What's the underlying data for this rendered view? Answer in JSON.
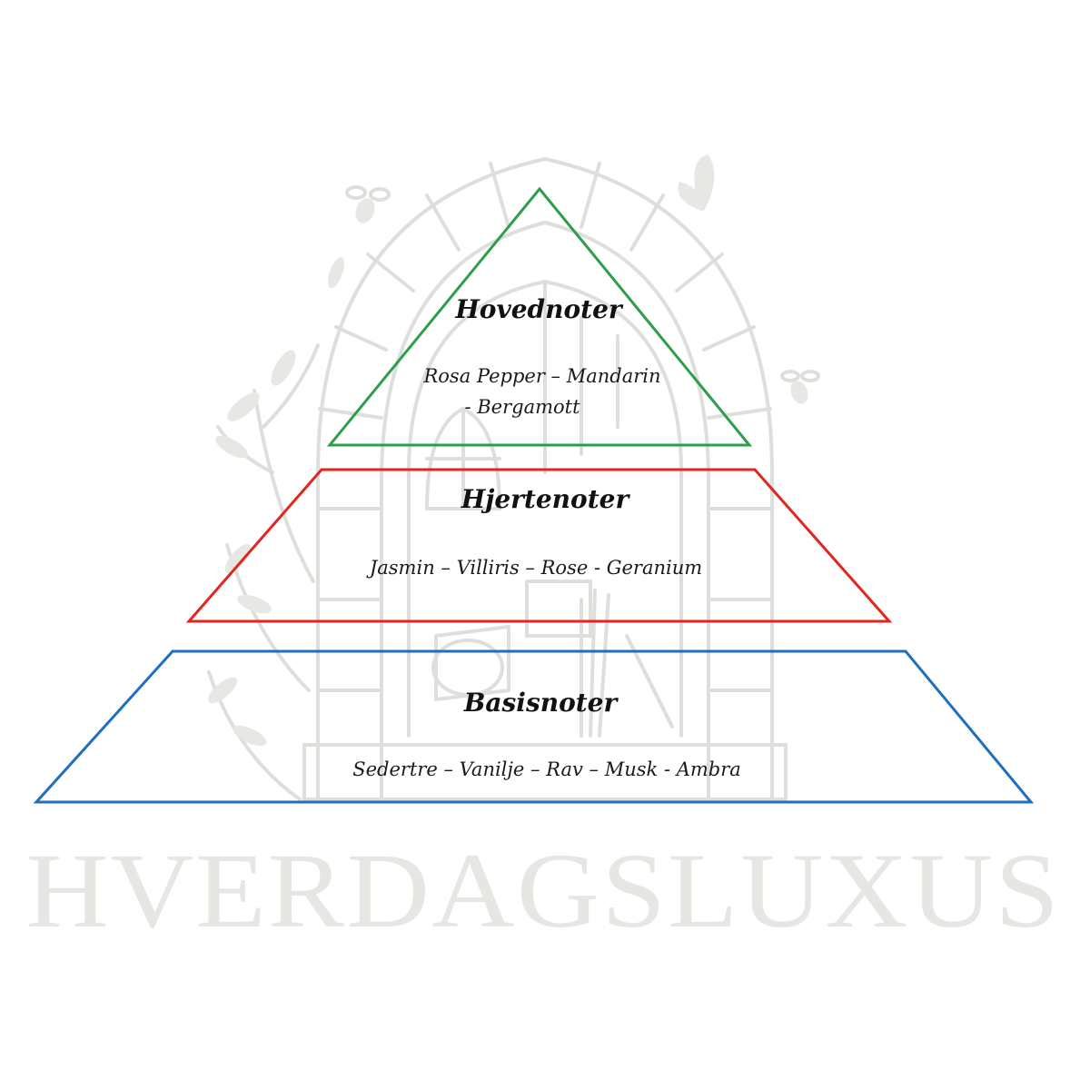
{
  "tiers": {
    "top": {
      "title": "Hovednoter",
      "notes_line1": "Rosa Pepper – Mandarin",
      "notes_line2": "- Bergamott",
      "color": "#2e9e4a"
    },
    "heart": {
      "title": "Hjertenoter",
      "notes_line1": "Jasmin – Villiris – Rose - Geranium",
      "color": "#e0261f"
    },
    "base": {
      "title": "Basisnoter",
      "notes_line1": "Sedertre – Vanilje – Rav – Musk - Ambra",
      "color": "#1f6fbf"
    }
  },
  "brand": {
    "wordmark": "HVERDAGSLUXUS",
    "color": "#e6e6e3"
  },
  "watermark": {
    "icons": [
      "stone-arch-doorway-illustration",
      "bee-icon",
      "butterfly-icon",
      "leafy-branch-icon"
    ],
    "color": "#d9d9d5"
  }
}
